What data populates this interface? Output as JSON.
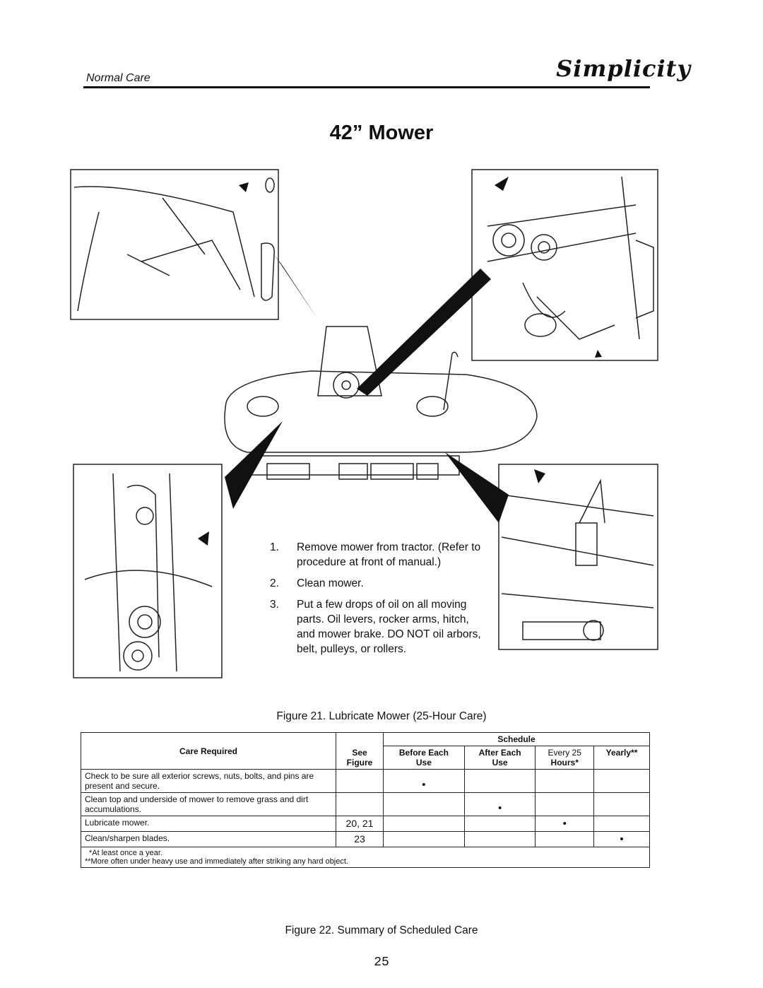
{
  "header": {
    "section": "Normal Care",
    "brand": "Simplicity"
  },
  "title": "42” Mower",
  "steps": [
    {
      "num": "1.",
      "text": "Remove mower from tractor. (Refer to procedure at front of manual.)"
    },
    {
      "num": "2.",
      "text": "Clean mower."
    },
    {
      "num": "3.",
      "text": "Put a few drops of oil on all moving parts. Oil levers, rocker arms, hitch, and mower brake. DO NOT oil arbors, belt, pulleys, or rollers."
    }
  ],
  "figure21": "Figure 21. Lubricate Mower (25-Hour Care)",
  "table": {
    "schedule": "Schedule",
    "col_care": "Care Required",
    "col_see": "See",
    "col_figure": "Figure",
    "col_before": "Before Each",
    "col_before2": "Use",
    "col_after": "After Each",
    "col_after2": "Use",
    "col_every": "Every 25",
    "col_every2": "Hours*",
    "col_yearly": "Yearly**",
    "rows": [
      {
        "care": "Check to be sure all exterior screws, nuts, bolts, and pins are present and secure.",
        "figure": "",
        "mark": "before"
      },
      {
        "care": "Clean top and underside of mower to remove grass and dirt accumulations.",
        "figure": "",
        "mark": "after"
      },
      {
        "care": "Lubricate mower.",
        "figure": "20, 21",
        "mark": "every25"
      },
      {
        "care": "Clean/sharpen blades.",
        "figure": "23",
        "mark": "yearly"
      }
    ],
    "dot": "•",
    "note1": "*At least once a year.",
    "note2": "**More often under heavy use and immediately after striking any hard object."
  },
  "figure22": "Figure 22. Summary of Scheduled Care",
  "page_number": "25"
}
